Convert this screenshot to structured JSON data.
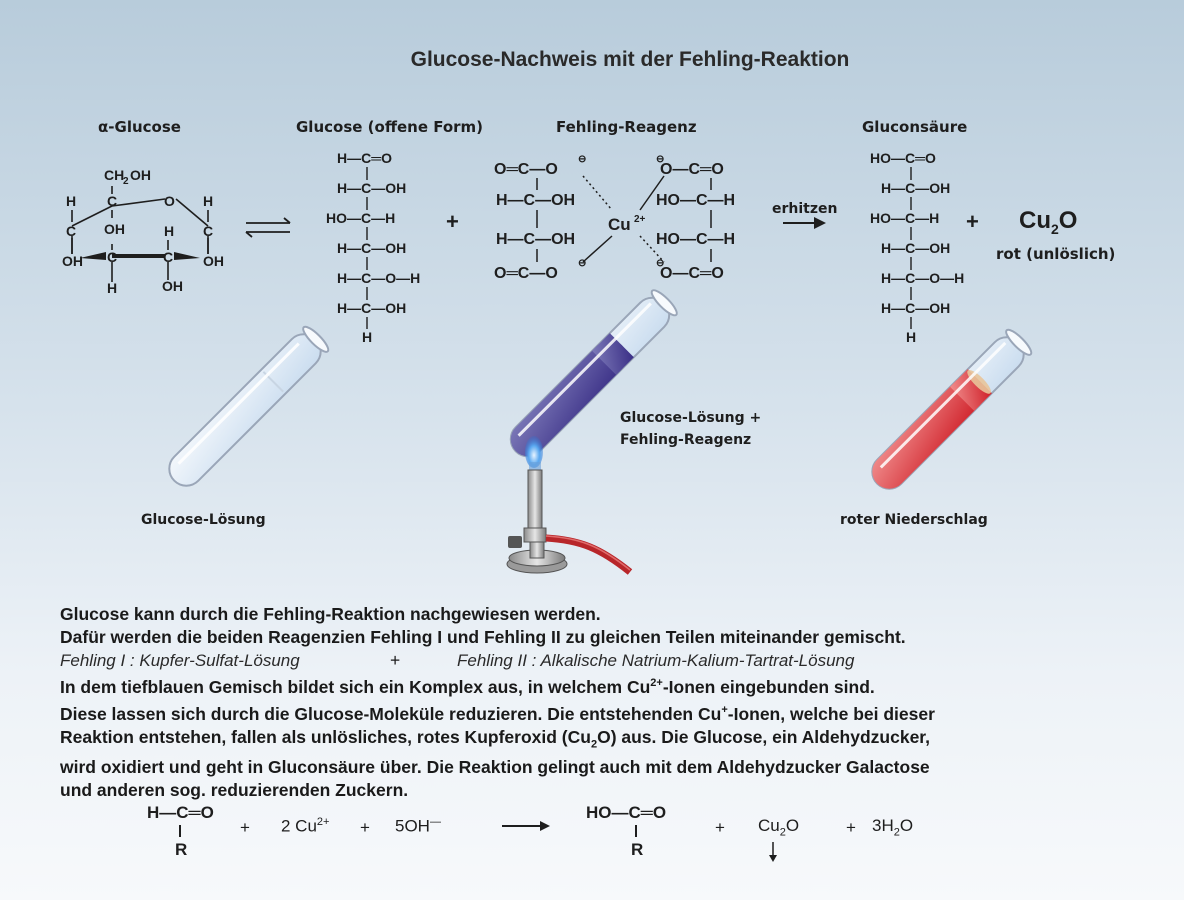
{
  "title": "Glucose-Nachweis mit der Fehling-Reaktion",
  "headers": {
    "alpha_glucose": "α-Glucose",
    "open_glucose": "Glucose (offene Form)",
    "fehling": "Fehling-Reagenz",
    "gluconic": "Gluconsäure"
  },
  "arrow_label": "erhitzen",
  "plus": "+",
  "product": {
    "formula": "Cu",
    "formula_sub": "2",
    "formula_end": "O",
    "description": "rot (unlöslich)"
  },
  "tube_labels": {
    "left": "Glucose-Lösung",
    "middle_line1": "Glucose-Lösung +",
    "middle_line2": "Fehling-Reagenz",
    "right": "roter Niederschlag"
  },
  "paragraph": {
    "line1": "Glucose kann durch die Fehling-Reaktion nachgewiesen werden.",
    "line2": "Dafür werden die beiden Reagenzien Fehling I und Fehling II zu gleichen Teilen miteinander gemischt.",
    "fehling1": "Fehling I :  Kupfer-Sulfat-Lösung",
    "fehling_plus": "+",
    "fehling2": "Fehling II : Alkalische Natrium-Kalium-Tartrat-Lösung",
    "line4a": "In dem tiefblauen Gemisch bildet sich ein Komplex aus, in welchem Cu",
    "line4_sup": "2+",
    "line4b": "-Ionen eingebunden sind.",
    "line5a": "Diese lassen sich durch die Glucose-Moleküle reduzieren. Die entstehenden Cu",
    "line5_sup": "+",
    "line5b": "-Ionen, welche bei dieser",
    "line6a": "Reaktion entstehen, fallen als unlösliches, rotes Kupferoxid (Cu",
    "line6_sub": "2",
    "line6b": "O) aus. Die Glucose, ein Aldehydzucker,",
    "line7": "wird oxidiert und geht in Gluconsäure über. Die Reaktion gelingt auch mit dem Aldehydzucker Galactose",
    "line8": "und anderen sog. reduzierenden Zuckern."
  },
  "equation": {
    "reactant_top": "H—C═O",
    "reactant_r": "R",
    "plus": "+",
    "cu_term": "2 Cu",
    "cu_sup": "2+",
    "oh_term": "5OH",
    "oh_sup": "—",
    "product_top": "HO—C═O",
    "product_r": "R",
    "cu2o_a": "Cu",
    "cu2o_sub": "2",
    "cu2o_b": "O",
    "water_a": "3H",
    "water_sub": "2",
    "water_b": "O"
  },
  "colors": {
    "background_top": "#b8ccdb",
    "background_bottom": "#f7f9fb",
    "blue_solution": "#4a3f93",
    "red_precipitate": "#d62a30",
    "flame": "#3a8ee8",
    "hose": "#b8262a"
  }
}
